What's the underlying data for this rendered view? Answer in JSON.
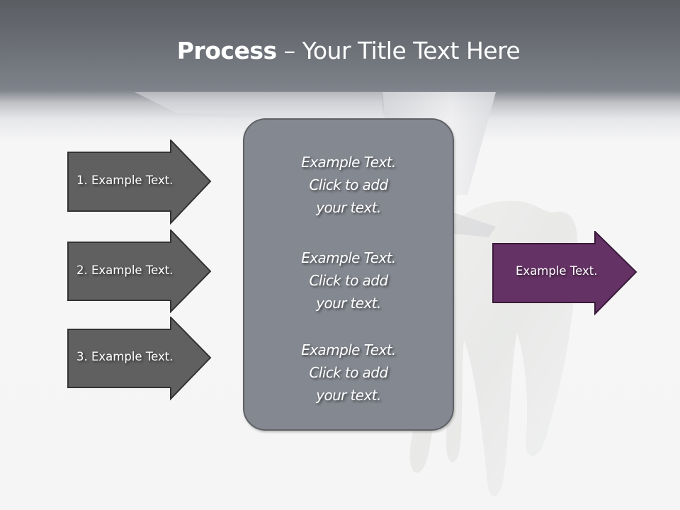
{
  "slide": {
    "title_bold": "Process",
    "title_rest": " – Your Title Text Here"
  },
  "left_arrows": [
    {
      "label": "1. Example Text."
    },
    {
      "label": "2. Example Text."
    },
    {
      "label": "3. Example Text."
    }
  ],
  "center_box": {
    "paragraphs": [
      {
        "line1": "Example Text.",
        "line2": "Click  to add",
        "line3": "your text."
      },
      {
        "line1": "Example Text.",
        "line2": "Click  to add",
        "line3": "your text."
      },
      {
        "line1": "Example Text.",
        "line2": "Click  to add",
        "line3": "your text."
      }
    ]
  },
  "right_arrow": {
    "label": "Example Text."
  },
  "colors": {
    "header_top": "#5a5d62",
    "header_bottom": "#7e828a",
    "step_arrow_fill": "#606060",
    "step_arrow_border": "#333333",
    "center_box_fill": "#848890",
    "result_arrow_fill": "#643264",
    "result_arrow_border": "#3a1a3a"
  }
}
